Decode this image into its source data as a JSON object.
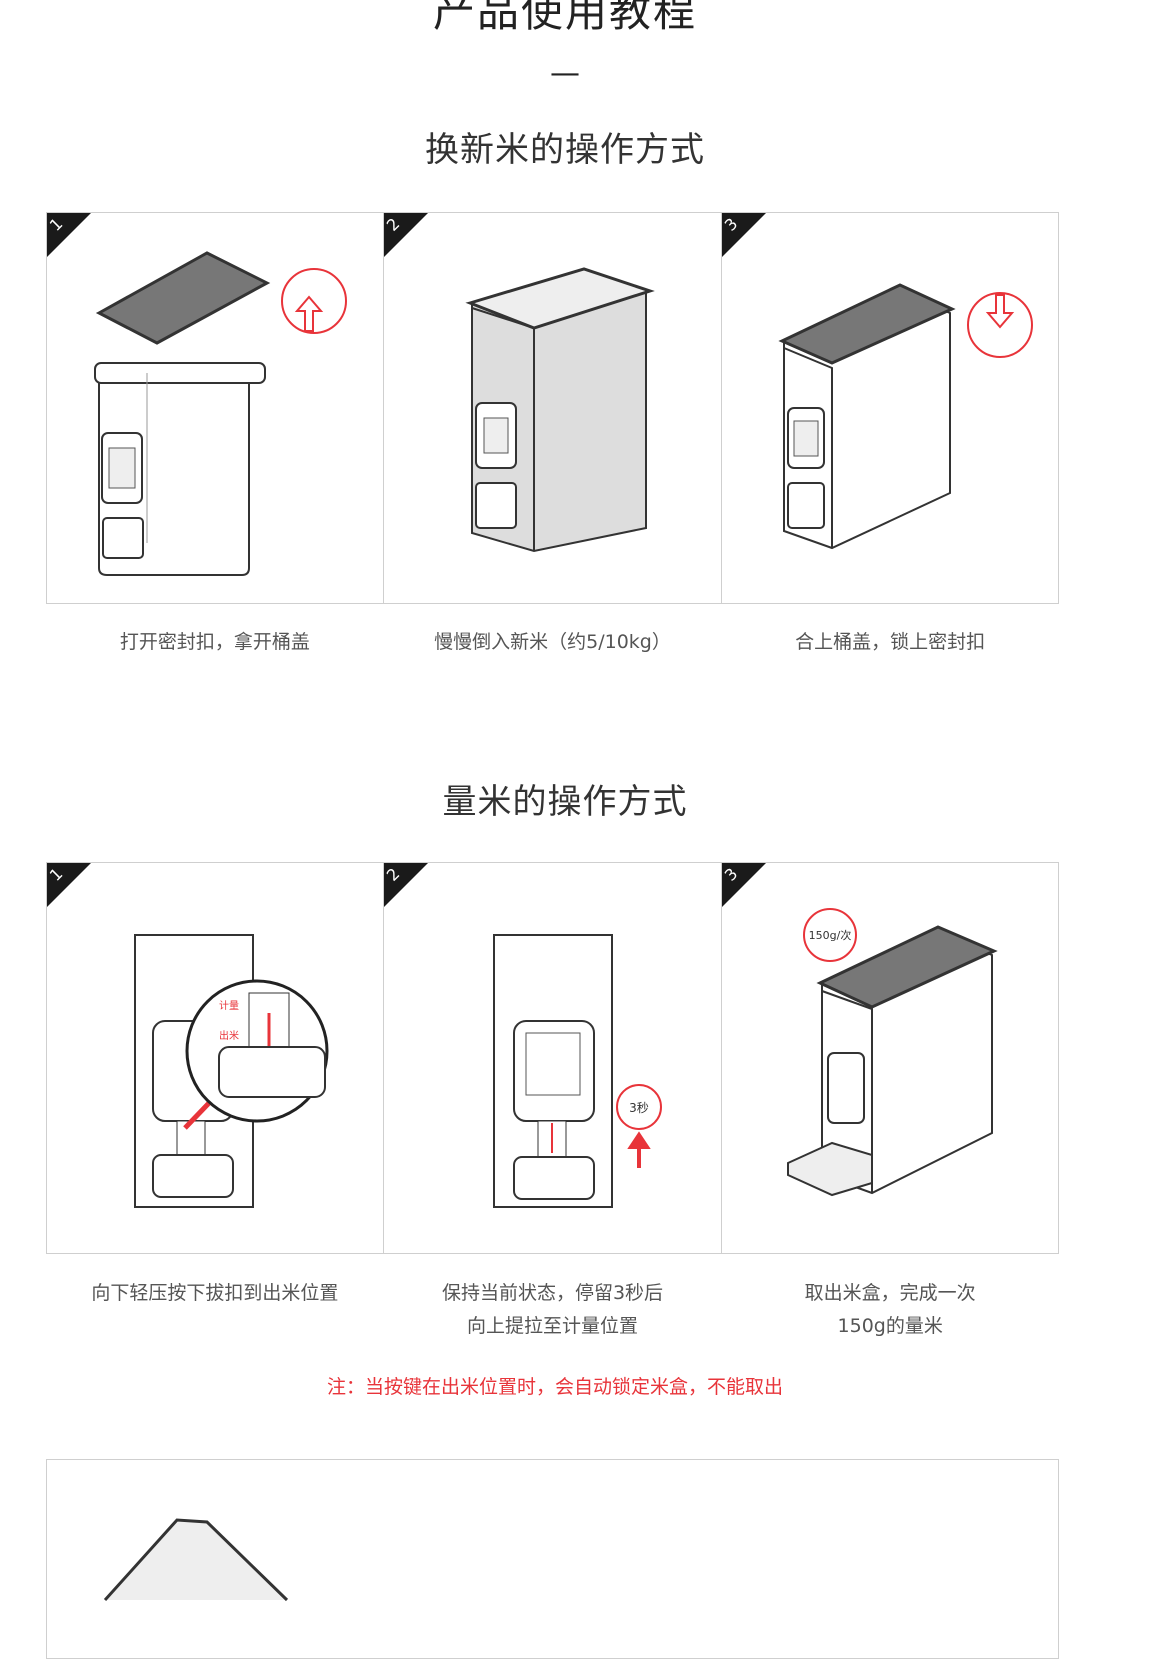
{
  "header": {
    "title": "产品使用教程",
    "divider": "—"
  },
  "section1": {
    "title": "换新米的操作方式",
    "steps": [
      {
        "num": "1",
        "caption": "打开密封扣，拿开桶盖"
      },
      {
        "num": "2",
        "caption": "慢慢倒入新米（约5/10kg）"
      },
      {
        "num": "3",
        "caption": "合上桶盖，锁上密封扣"
      }
    ]
  },
  "section2": {
    "title": "量米的操作方式",
    "steps": [
      {
        "num": "1",
        "caption": "向下轻压按下拔扣到出米位置",
        "labels": {
          "measure": "计量",
          "dispense": "出米"
        }
      },
      {
        "num": "2",
        "caption_line1": "保持当前状态，停留3秒后",
        "caption_line2": "向上提拉至计量位置",
        "timer": "3秒"
      },
      {
        "num": "3",
        "caption_line1": "取出米盒，完成一次",
        "caption_line2": "150g的量米",
        "amount": "150g/次"
      }
    ],
    "note": "注：当按键在出米位置时，会自动锁定米盒，不能取出"
  },
  "colors": {
    "accent": "#e8343a",
    "text": "#333333"
  }
}
